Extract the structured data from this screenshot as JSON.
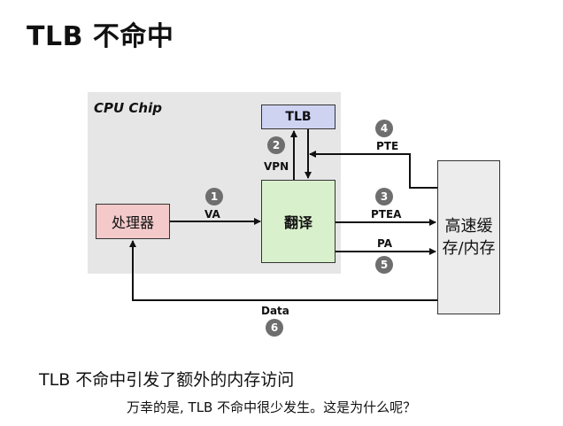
{
  "title": "TLB 不命中",
  "chip_label": "CPU Chip",
  "boxes": {
    "tlb": "TLB",
    "processor": "处理器",
    "translate": "翻译",
    "memory_line1": "高速缓",
    "memory_line2": "存/内存"
  },
  "labels": {
    "vpn": "VPN",
    "va": "VA",
    "pte": "PTE",
    "ptea": "PTEA",
    "pa": "PA",
    "data": "Data"
  },
  "steps": [
    "1",
    "2",
    "3",
    "4",
    "5",
    "6"
  ],
  "text": {
    "main": "TLB 不命中引发了额外的内存访问",
    "sub": "万幸的是, TLB 不命中很少发生。这是为什么呢？"
  }
}
